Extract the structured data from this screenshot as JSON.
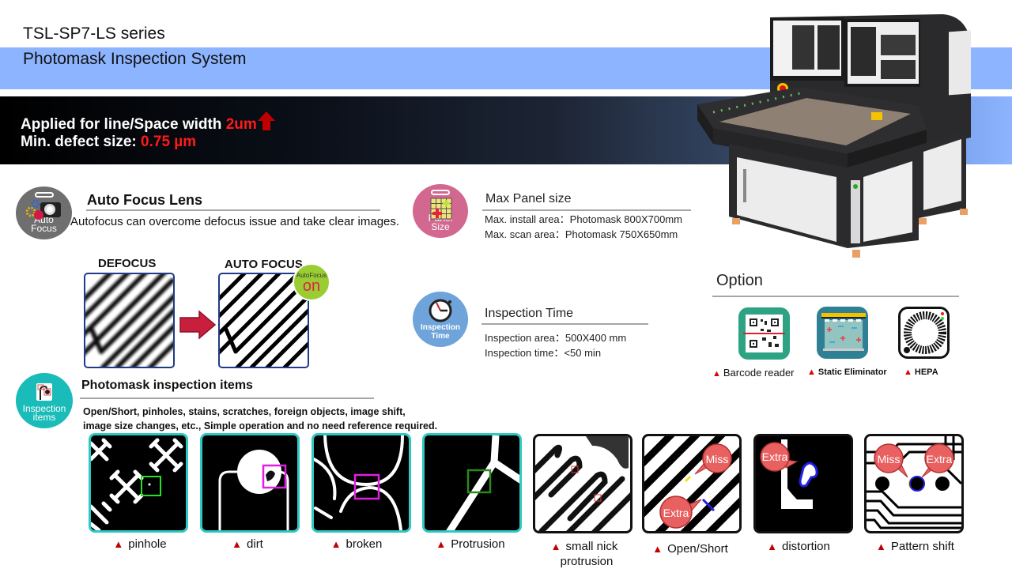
{
  "header": {
    "series": "TSL-SP7-LS series",
    "system": "Photomask Inspection System",
    "spec_line_1_prefix": "Applied for line/Space width ",
    "spec_line_1_value": "2um",
    "spec_line_2_prefix": "Min. defect size: ",
    "spec_line_2_value": "0.75 µm"
  },
  "colors": {
    "accent_blue": "#8db4ff",
    "highlight_red": "#ff1a1a",
    "teal": "#2fc9c3",
    "marker_red": "#c00000"
  },
  "auto_focus": {
    "badge_label_1": "Auto",
    "badge_label_2": "Focus",
    "title": "Auto Focus Lens",
    "description": "Autofocus can overcome defocus issue and take clear images.",
    "defocus_label": "DEFOCUS",
    "autofocus_label": "AUTO FOCUS",
    "bubble_small": "AutoFocus",
    "bubble_big": "on"
  },
  "panel_size": {
    "badge_label_1": "Panel",
    "badge_label_2": "Size",
    "title": "Max Panel size",
    "lines": [
      "Max. install area：Photomask 800X700mm",
      "Max. scan area：Photomask 750X650mm"
    ]
  },
  "inspection_time": {
    "badge_label_1": "Inspection",
    "badge_label_2": "Time",
    "title": "Inspection Time",
    "lines": [
      "Inspection area：500X400 mm",
      "Inspection time：<50 min"
    ]
  },
  "option": {
    "title": "Option",
    "items": [
      {
        "icon": "barcode-reader-icon",
        "label": "Barcode  reader"
      },
      {
        "icon": "static-eliminator-icon",
        "label": "Static Eliminator"
      },
      {
        "icon": "hepa-fan-icon",
        "label": "HEPA"
      }
    ]
  },
  "inspection_items": {
    "badge_label_1": "Inspection",
    "badge_label_2": "items",
    "title": "Photomask  inspection  items",
    "description_1": "Open/Short, pinholes, stains, scratches, foreign objects, image shift,",
    "description_2": "image size changes, etc., Simple operation and no need reference required.",
    "marker": "▲",
    "items": [
      {
        "label": "pinhole"
      },
      {
        "label": "dirt"
      },
      {
        "label": "broken"
      },
      {
        "label": "Protrusion"
      },
      {
        "label": "small nick",
        "label_2": "protrusion"
      },
      {
        "label": "Open/Short",
        "callouts": [
          "Miss",
          "Extra"
        ]
      },
      {
        "label": "distortion",
        "callouts": [
          "Extra"
        ]
      },
      {
        "label": "Pattern shift",
        "callouts": [
          "Miss",
          "Extra"
        ]
      }
    ]
  }
}
